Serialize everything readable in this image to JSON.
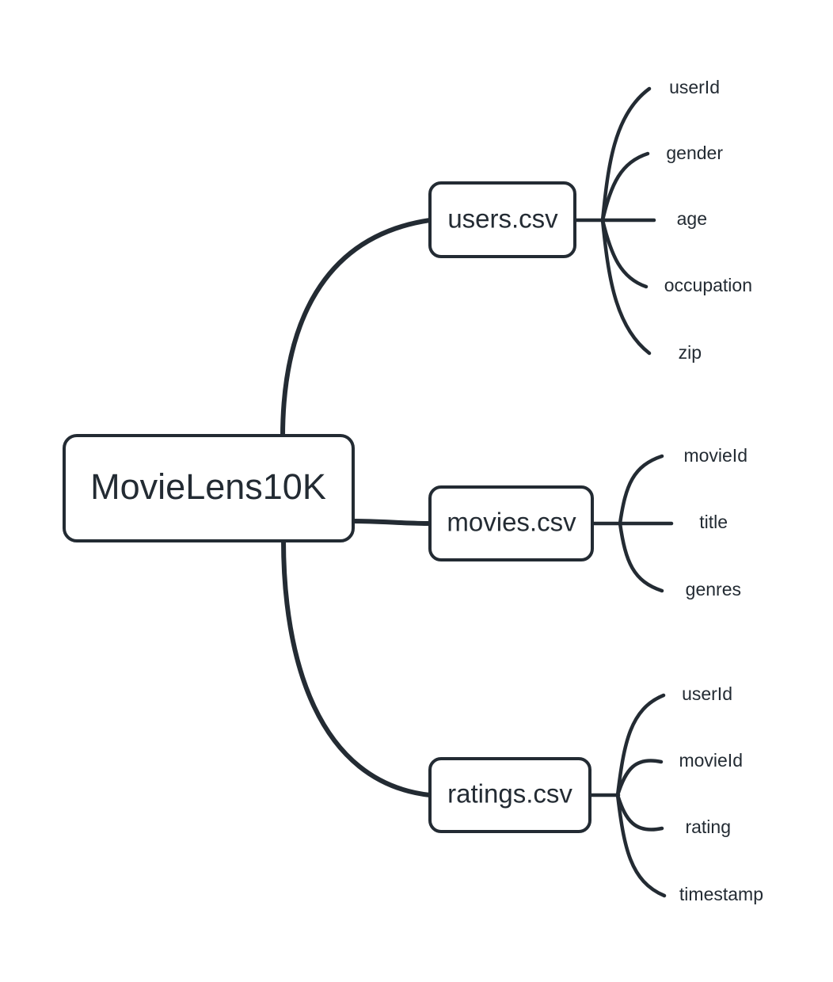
{
  "diagram": {
    "type": "mindmap",
    "title": "MovieLens10K",
    "background_color": "#ffffff",
    "stroke_color": "#232b33",
    "text_color": "#232b33",
    "root": {
      "label": "MovieLens10K"
    },
    "branches": [
      {
        "id": "users",
        "label": "users.csv",
        "leaves": [
          {
            "label": "userId"
          },
          {
            "label": "gender"
          },
          {
            "label": "age"
          },
          {
            "label": "occupation"
          },
          {
            "label": "zip"
          }
        ]
      },
      {
        "id": "movies",
        "label": "movies.csv",
        "leaves": [
          {
            "label": "movieId"
          },
          {
            "label": "title"
          },
          {
            "label": "genres"
          }
        ]
      },
      {
        "id": "ratings",
        "label": "ratings.csv",
        "leaves": [
          {
            "label": "userId"
          },
          {
            "label": "movieId"
          },
          {
            "label": "rating"
          },
          {
            "label": "timestamp"
          }
        ]
      }
    ]
  }
}
